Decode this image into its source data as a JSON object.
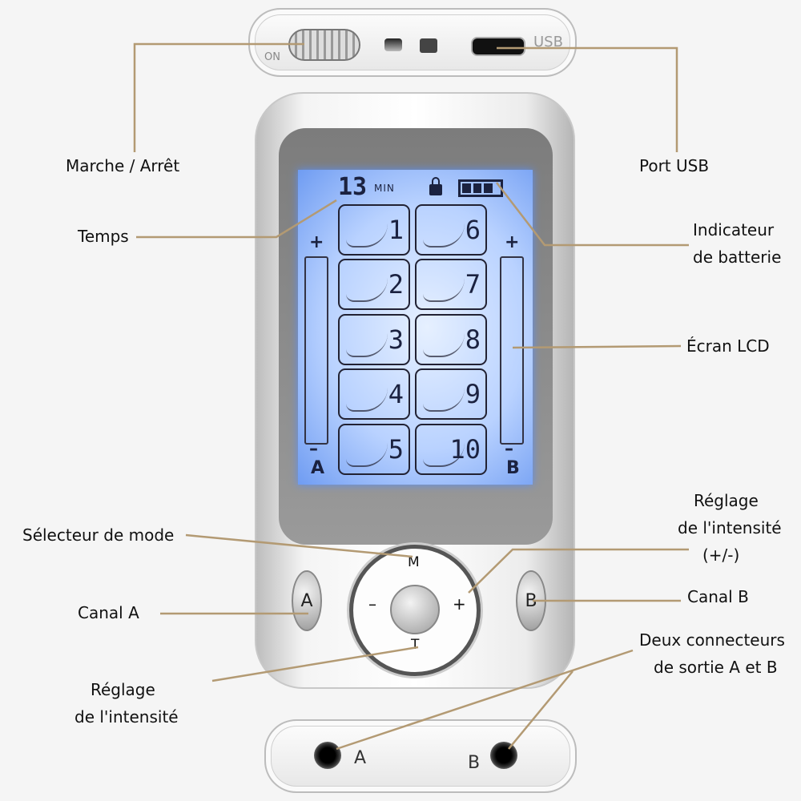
{
  "device": {
    "top_strip": {
      "switch_label": "ON",
      "usb_label": "USB"
    },
    "lcd": {
      "timer_value": "13",
      "timer_unit": "MIN",
      "channel_a": "A",
      "channel_b": "B",
      "plus": "+",
      "minus": "–",
      "programs": [
        "1",
        "2",
        "3",
        "4",
        "5",
        "6",
        "7",
        "8",
        "9",
        "10"
      ],
      "battery_bars": 3
    },
    "controls": {
      "mode": "M",
      "timer": "T",
      "minus": "–",
      "plus": "+",
      "button_a": "A",
      "button_b": "B"
    },
    "bottom_strip": {
      "jack_a": "A",
      "jack_b": "B"
    }
  },
  "callouts": {
    "power": "Marche / Arrêt",
    "usb": "Port USB",
    "time": "Temps",
    "battery_1": "Indicateur",
    "battery_2": "de batterie",
    "lcd": "Écran LCD",
    "mode": "Sélecteur de mode",
    "intensity_right_1": "Réglage",
    "intensity_right_2": "de l'intensité",
    "intensity_right_3": "(+/-)",
    "channel_a": "Canal A",
    "channel_b": "Canal B",
    "outputs_1": "Deux connecteurs",
    "outputs_2": "de sortie A et B",
    "intensity_left_1": "Réglage",
    "intensity_left_2": "de l'intensité"
  },
  "colors": {
    "leader": "#b39a73",
    "lcd": "#a9c6ff"
  }
}
